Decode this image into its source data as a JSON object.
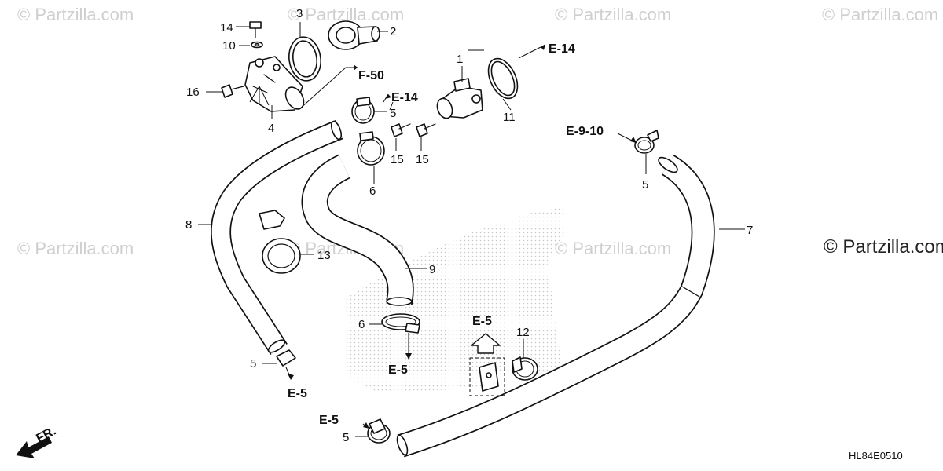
{
  "watermarks": [
    "© Partzilla.com",
    "© Partzilla.com",
    "© Partzilla.com",
    "© Partzilla.com",
    "© Partzilla.com",
    "© Partzilla.com",
    "© Partzilla.com",
    "© Partzilla.com"
  ],
  "brand_watermark": "© Partzilla.com",
  "callouts": {
    "c1": "1",
    "c2": "2",
    "c3": "3",
    "c4": "4",
    "c5a": "5",
    "c5b": "5",
    "c5c": "5",
    "c5d": "5",
    "c6a": "6",
    "c6b": "6",
    "c7": "7",
    "c8": "8",
    "c9": "9",
    "c10": "10",
    "c11": "11",
    "c12": "12",
    "c13": "13",
    "c14": "14",
    "c15a": "15",
    "c15b": "15",
    "c16": "16"
  },
  "refs": {
    "e14a": "E-14",
    "e14b": "E-14",
    "f50": "F-50",
    "e910": "E-9-10",
    "e5a": "E-5",
    "e5b": "E-5",
    "e5c": "E-5",
    "e5d": "E-5"
  },
  "front_label": "FR.",
  "diagram_code": "HL84E0510"
}
